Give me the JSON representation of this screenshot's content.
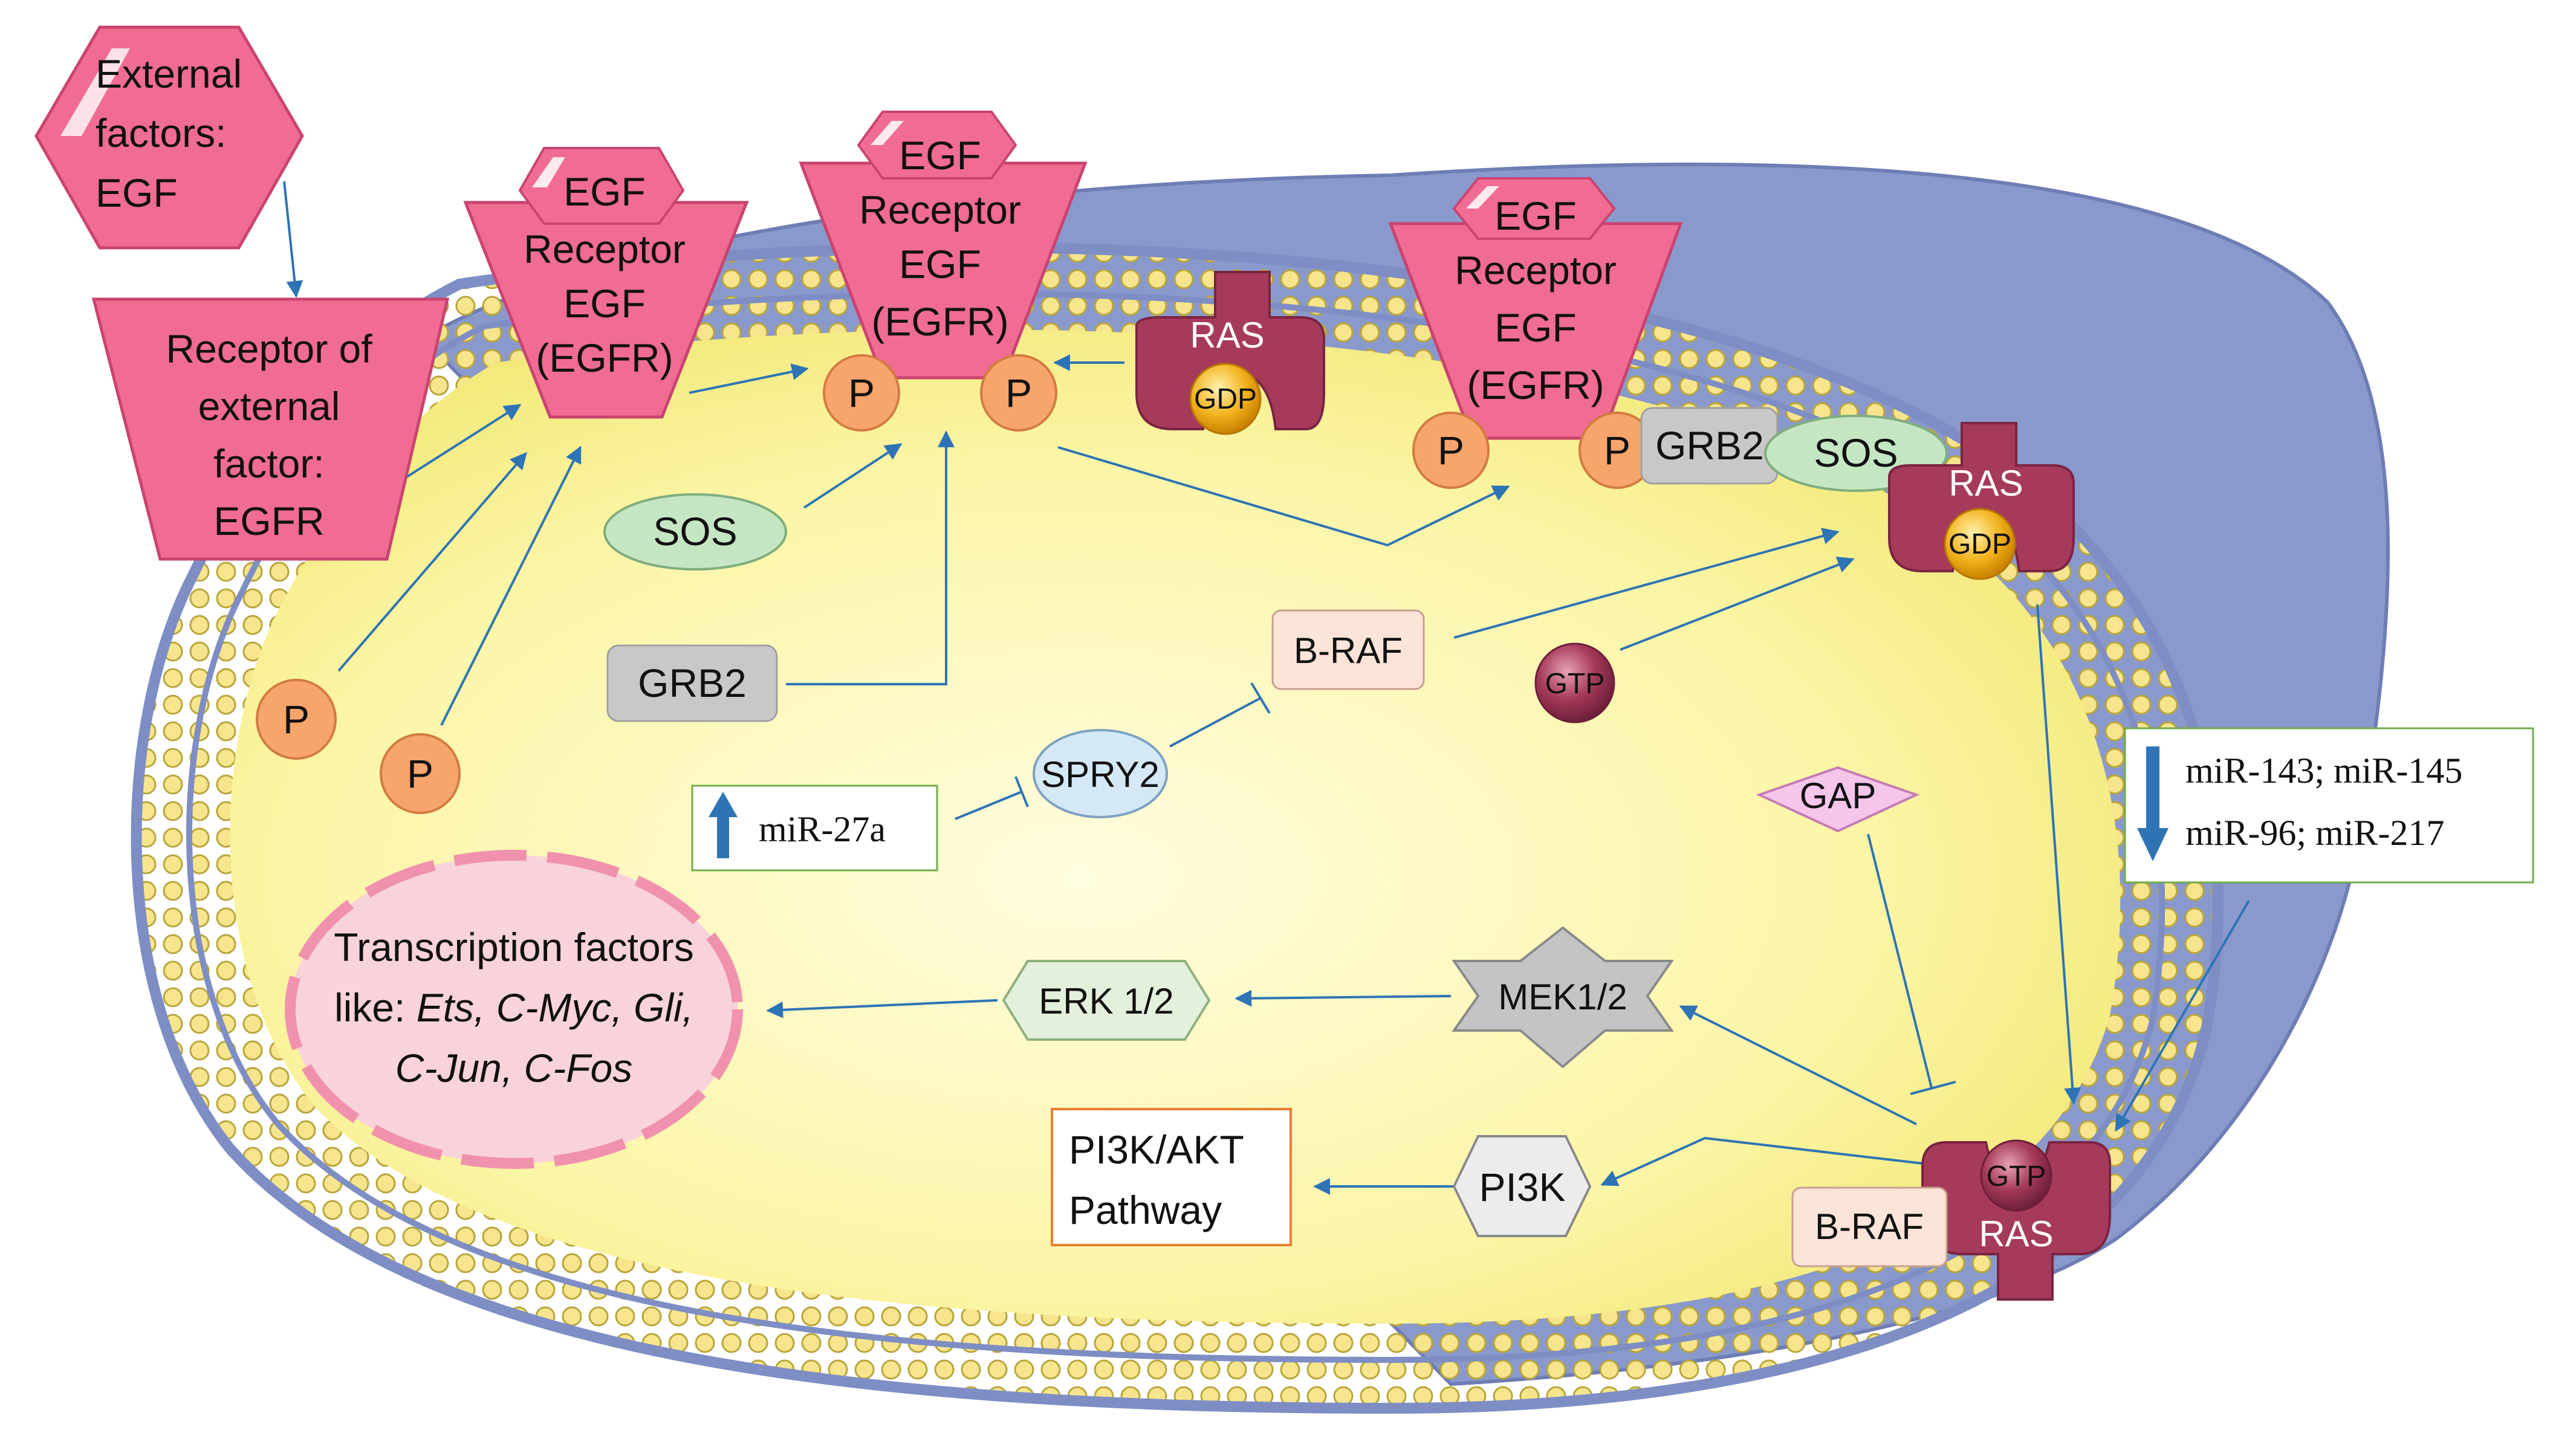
{
  "labels": {
    "external_factors": [
      "External",
      "factors:",
      "EGF"
    ],
    "receptor_external": [
      "Receptor of",
      "external",
      "factor:",
      "EGFR"
    ],
    "egf": "EGF",
    "receptor_egf": [
      "Receptor",
      "EGF",
      "(EGFR)"
    ],
    "p": "P",
    "ras": "RAS",
    "gdp": "GDP",
    "gtp": "GTP",
    "grb2": "GRB2",
    "sos": "SOS",
    "b_raf": "B-RAF",
    "spry2": "SPRY2",
    "mir27a": "miR-27a",
    "gap": "GAP",
    "mirs_line1": "miR-143; miR-145",
    "mirs_line2": "miR-96; miR-217",
    "mek": "MEK1/2",
    "erk": "ERK 1/2",
    "transcription": [
      "Transcription factors",
      "like: ",
      "Ets, C-Myc, Gli,",
      "C-Jun, C-Fos"
    ],
    "pi3k": "PI3K",
    "pi3k_pathway": [
      "PI3K/AKT",
      "Pathway"
    ]
  },
  "colors": {
    "receptor_pink": "#f06c93",
    "receptor_stroke": "#c94470",
    "cell_yellow": "#fbf5a6",
    "membrane_blue": "#7e8ec4",
    "bead_yellow": "#f6e58d",
    "ras_maroon": "#a63a5a",
    "p_orange": "#f7a46d",
    "sos_green": "#c5e6c3",
    "grb2_gray": "#c8c8c8",
    "braf_peach": "#fde4d8",
    "spry2_blue": "#d4e8f5",
    "gap_pink": "#f5c6ea",
    "mek_gray": "#c4c4c4",
    "erk_green": "#e3f0dc",
    "pi3k_gray": "#ececec",
    "nucleus_pink": "#f8d3da",
    "arrow_blue": "#2e74b5"
  },
  "icons": {
    "up_arrow": "up-arrow-icon",
    "down_arrow": "down-arrow-icon"
  }
}
